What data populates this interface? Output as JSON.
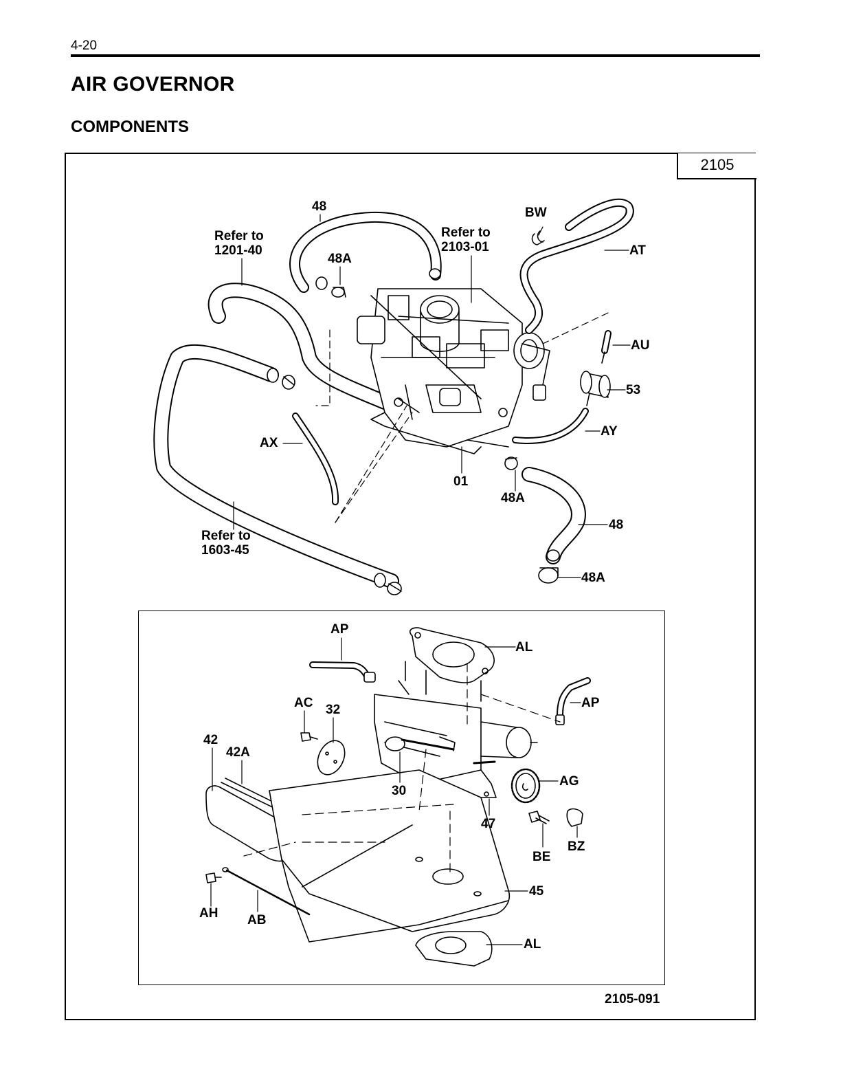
{
  "page": {
    "number": "4-20",
    "title": "AIR GOVERNOR",
    "section": "COMPONENTS"
  },
  "figure": {
    "group_code": "2105",
    "figure_number": "2105-091"
  },
  "callouts": {
    "c48_top": "48",
    "refer_1201_line1": "Refer to",
    "refer_1201_line2": "1201-40",
    "c48a_top": "48A",
    "refer_2103_line1": "Refer to",
    "refer_2103_line2": "2103-01",
    "bw": "BW",
    "at": "AT",
    "au": "AU",
    "c53": "53",
    "ay": "AY",
    "ax": "AX",
    "c01": "01",
    "c48a_mid": "48A",
    "c48_mid": "48",
    "c48a_bottom": "48A",
    "refer_1603_line1": "Refer to",
    "refer_1603_line2": "1603-45",
    "ap_left": "AP",
    "al_top": "AL",
    "ap_right": "AP",
    "ac": "AC",
    "c32": "32",
    "c42": "42",
    "c42a": "42A",
    "c30": "30",
    "ag": "AG",
    "c47": "47",
    "be": "BE",
    "bz": "BZ",
    "c45": "45",
    "ah": "AH",
    "ab": "AB",
    "al_bottom": "AL"
  }
}
